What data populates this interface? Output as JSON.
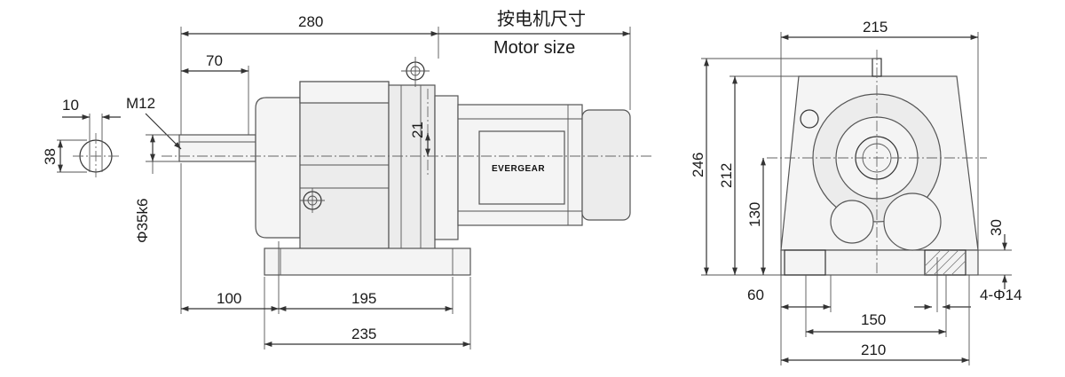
{
  "notes": {
    "motor_size_cn": "按电机尺寸",
    "motor_size_en": "Motor size",
    "brand": "EVERGEAR"
  },
  "dimensions": {
    "d280": "280",
    "d70": "70",
    "d10": "10",
    "d38": "38",
    "m12": "M12",
    "shaft": "Φ35k6",
    "d21": "21",
    "d100": "100",
    "d195": "195",
    "d235": "235",
    "d215": "215",
    "d246": "246",
    "d212": "212",
    "d130": "130",
    "d30": "30",
    "d60": "60",
    "d150": "150",
    "d210": "210",
    "holes": "4-Φ14"
  }
}
